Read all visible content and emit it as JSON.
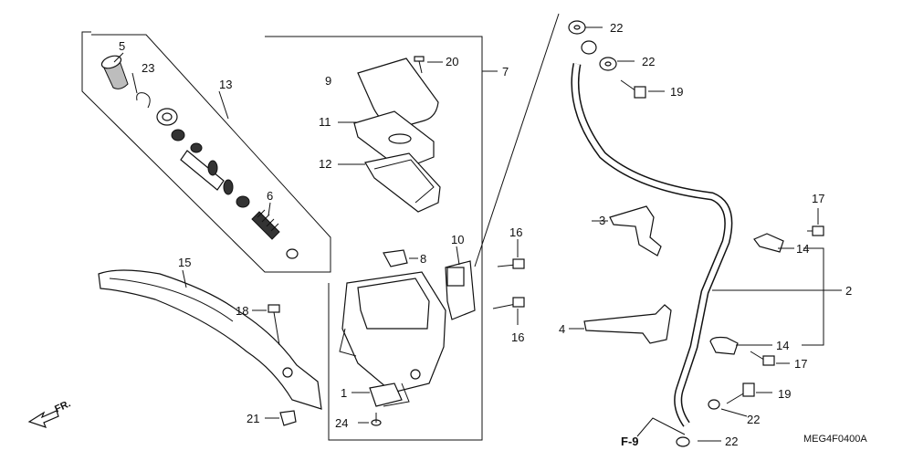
{
  "diagram": {
    "drawing_code": "MEG4F0400A",
    "front_indicator": "FR.",
    "section_ref": "F-9",
    "callouts": {
      "c1": "1",
      "c2": "2",
      "c3": "3",
      "c4": "4",
      "c5": "5",
      "c6": "6",
      "c7": "7",
      "c8": "8",
      "c9": "9",
      "c10": "10",
      "c11": "11",
      "c12": "12",
      "c13": "13",
      "c14a": "14",
      "c14b": "14",
      "c15": "15",
      "c16a": "16",
      "c16b": "16",
      "c17a": "17",
      "c17b": "17",
      "c18": "18",
      "c19a": "19",
      "c19b": "19",
      "c20": "20",
      "c21": "21",
      "c22a": "22",
      "c22b": "22",
      "c22c": "22",
      "c22d": "22",
      "c23": "23",
      "c24": "24"
    }
  }
}
